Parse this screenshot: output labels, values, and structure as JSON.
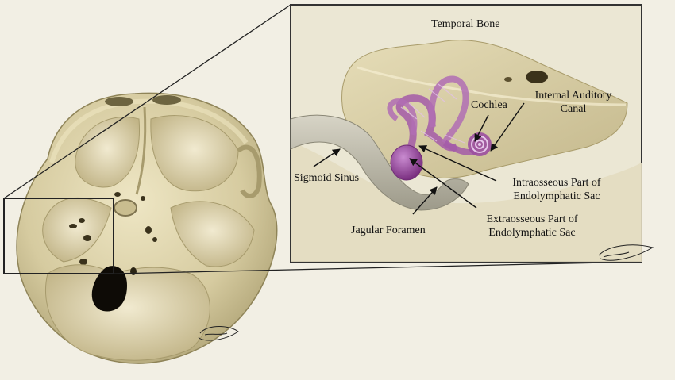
{
  "labels": {
    "temporal_bone": "Temporal Bone",
    "cochlea": "Cochlea",
    "internal_auditory_canal_line1": "Internal Auditory",
    "internal_auditory_canal_line2": "Canal",
    "sigmoid_sinus": "Sigmoid Sinus",
    "intraosseous_line1": "Intraosseous Part of",
    "intraosseous_line2": "Endolymphatic Sac",
    "extraosseous_line1": "Extraosseous Part of",
    "extraosseous_line2": "Endolymphatic Sac",
    "jugular_foramen": "Jagular Foramen"
  },
  "colors": {
    "background": "#f2efe4",
    "bone": "#d9cfa6",
    "bone_shadow": "#a89b6c",
    "inset_fill": "#ebe7d4",
    "sinus": "#b9b6a6",
    "endolymphatic": "#9c4f9f",
    "line": "#222222"
  }
}
